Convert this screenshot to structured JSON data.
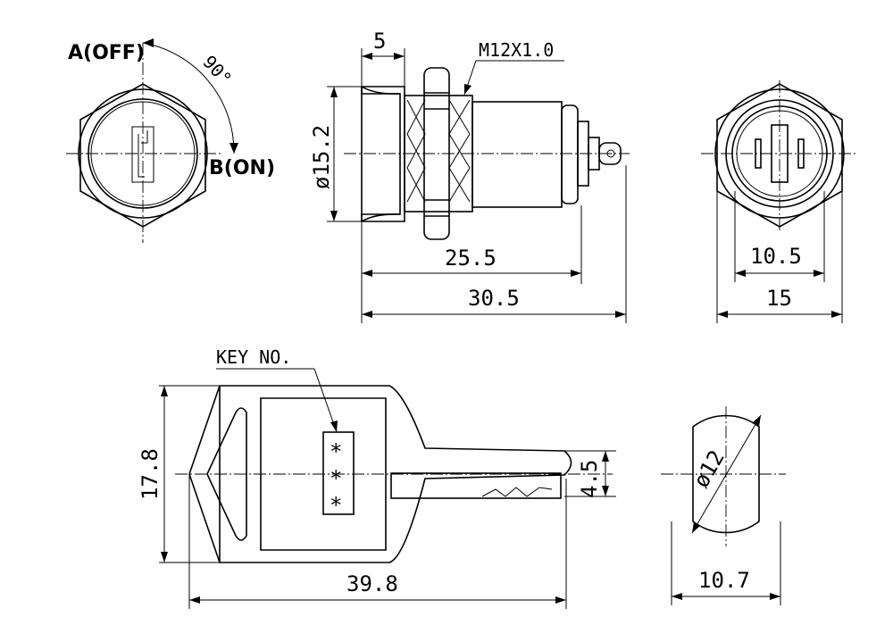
{
  "front_view": {
    "label_off": "A(OFF)",
    "label_on": "B(ON)",
    "angle": "90°"
  },
  "side_view": {
    "dim_flange": "5",
    "dim_thread": "M12X1.0",
    "dim_diameter": "ø15.2",
    "dim_body": "25.5",
    "dim_total": "30.5"
  },
  "rear_view": {
    "dim_inner": "10.5",
    "dim_width": "15"
  },
  "key": {
    "key_no_label": "KEY NO.",
    "key_code": "***",
    "dim_height": "17.8",
    "dim_blade": "4.5",
    "dim_length": "39.8"
  },
  "key_section": {
    "dim_diameter": "ø12",
    "dim_width": "10.7"
  }
}
